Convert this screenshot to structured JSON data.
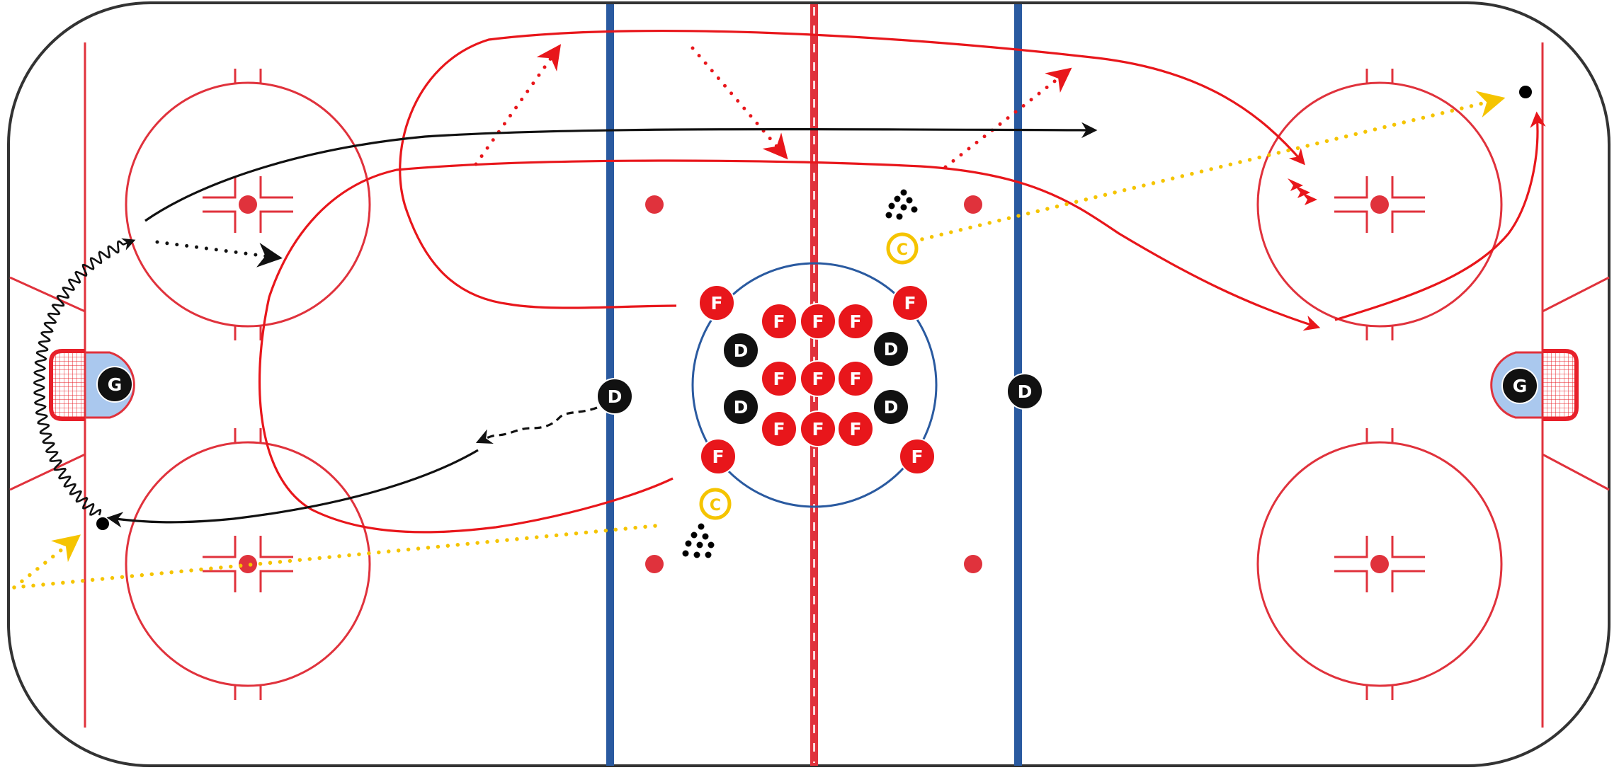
{
  "diagram": {
    "type": "hockey-drill",
    "colors": {
      "board": "#333333",
      "rink_line_red": "#e0323c",
      "blue_line": "#2a5aa0",
      "faceoff_circle": "#e0323c",
      "center_circle": "#2a5aa0",
      "crease": "#aac8ee",
      "net": "#e8202a",
      "forward_token": "#e8161b",
      "defense_token": "#111111",
      "goalie_token": "#111111",
      "coach": "#f5c400",
      "skate_path_red": "#e8161b",
      "skate_path_black": "#111111",
      "pass_yellow": "#f5c400",
      "puck": "#000000"
    },
    "player_labels": {
      "forward": "F",
      "defense": "D",
      "goalie": "G",
      "coach": "C"
    },
    "counts": {
      "forwards": 13,
      "defense": 6,
      "goalies": 2,
      "coaches": 2
    }
  }
}
